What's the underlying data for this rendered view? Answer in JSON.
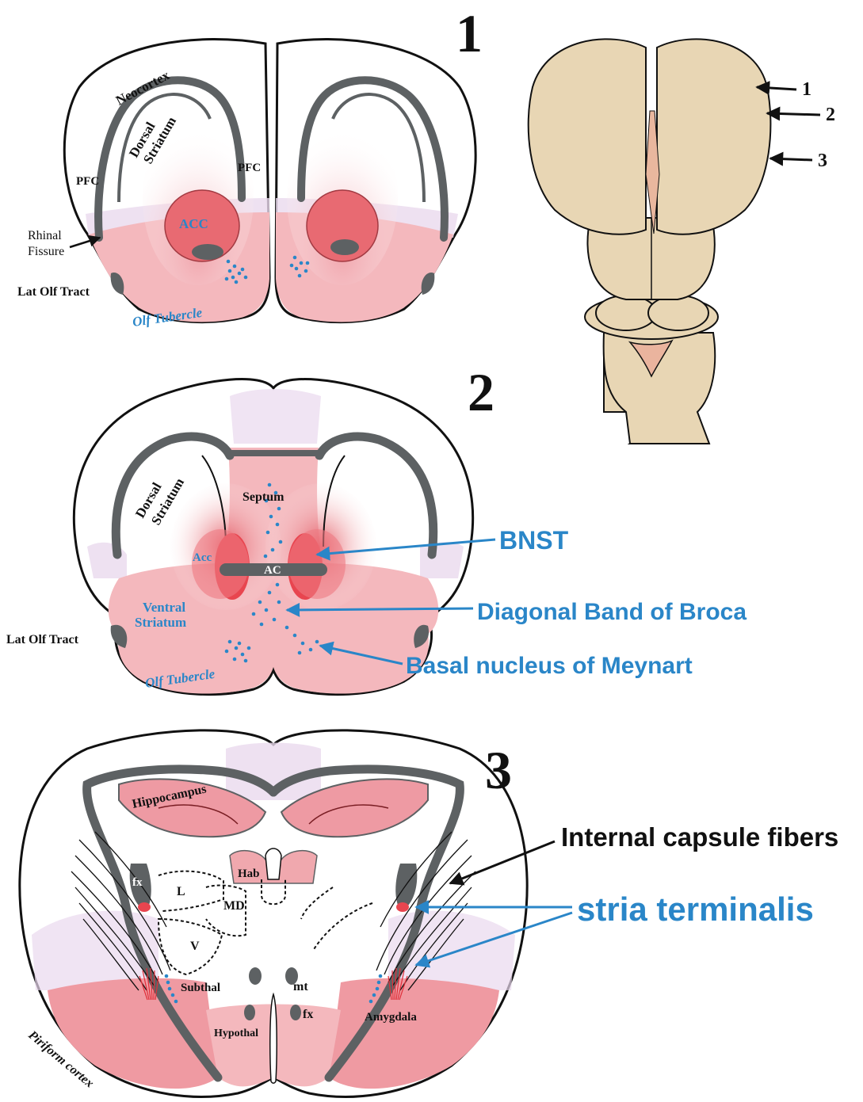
{
  "colors": {
    "outline": "#111111",
    "tract": "#5d6163",
    "pink": "#f4b8bd",
    "red": "#e85a62",
    "lavender": "#ead9ee",
    "brain_tan": "#e8d6b4",
    "blue": "#2a86c8",
    "arrow_black": "#111111"
  },
  "section_1": {
    "number": "1",
    "labels": {
      "neocortex": "Neocortex",
      "dorsal_striatum": [
        "Dorsal",
        "Striatum"
      ],
      "pfc_left": "PFC",
      "pfc_right": "PFC",
      "acc": "ACC",
      "rhinal_fissure": [
        "Rhinal",
        "Fissure"
      ],
      "lat_olf_tract": "Lat Olf Tract",
      "olf_tubercle": "Olf Tubercle"
    }
  },
  "brain_view": {
    "arrow_labels": [
      "1",
      "2",
      "3"
    ]
  },
  "section_2": {
    "number": "2",
    "labels": {
      "dorsal_striatum": [
        "Dorsal",
        "Striatum"
      ],
      "septum": "Septum",
      "acc": "Acc",
      "ac": "AC",
      "ventral_striatum": [
        "Ventral",
        "Striatum"
      ],
      "lat_olf_tract": "Lat Olf Tract",
      "olf_tubercle": "Olf Tubercle"
    },
    "callouts": {
      "bnst": "BNST",
      "diagonal_band": "Diagonal Band of Broca",
      "basal_nucleus": "Basal nucleus of Meynart"
    }
  },
  "section_3": {
    "number": "3",
    "labels": {
      "hippocampus": "Hippocampus",
      "hab": "Hab",
      "fx_upper": "fx",
      "l": "L",
      "md": "MD",
      "v": "V",
      "subthal": "Subthal",
      "mt": "mt",
      "fx_lower": "fx",
      "hypothal": "Hypothal",
      "amygdala": "Amygdala",
      "piriform_cortex": "Piriform cortex"
    },
    "callouts": {
      "internal_capsule": "Internal capsule fibers",
      "stria_terminalis": "stria terminalis"
    }
  }
}
